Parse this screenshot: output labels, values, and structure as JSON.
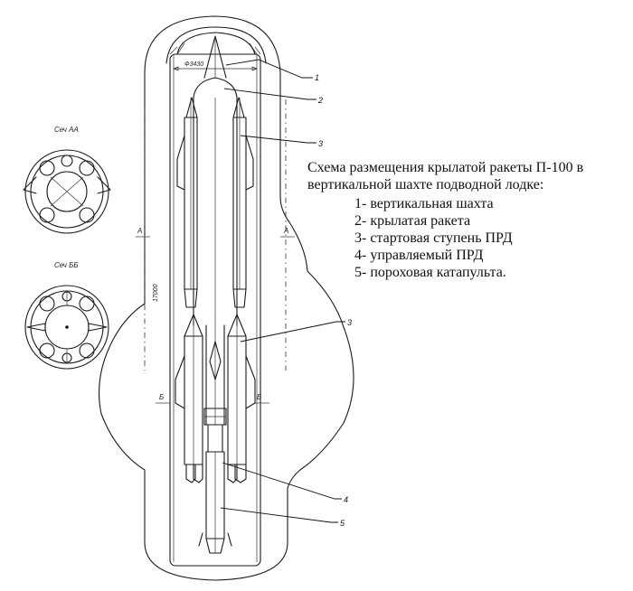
{
  "caption": {
    "title_line1": "Схема размещения крылатой ракеты П-100 в",
    "title_line2": "вертикальной  шахте подводной  лодке:",
    "items": [
      "1- вертикальная шахта",
      "2- крылатая ракета",
      "3- стартовая ступень ПРД",
      "4- управляемый ПРД",
      "5- пороховая катапульта."
    ]
  },
  "callouts": [
    "1",
    "2",
    "3",
    "3",
    "4",
    "5"
  ],
  "section_labels": {
    "section_aa": "Сеч АА",
    "section_bb": "Сеч ББ",
    "mark_a_left": "А",
    "mark_a_right": "А",
    "mark_b_left": "Б",
    "mark_b_right": "Б"
  },
  "dimensions": {
    "diameter": "Ф3430",
    "length": "17000"
  }
}
